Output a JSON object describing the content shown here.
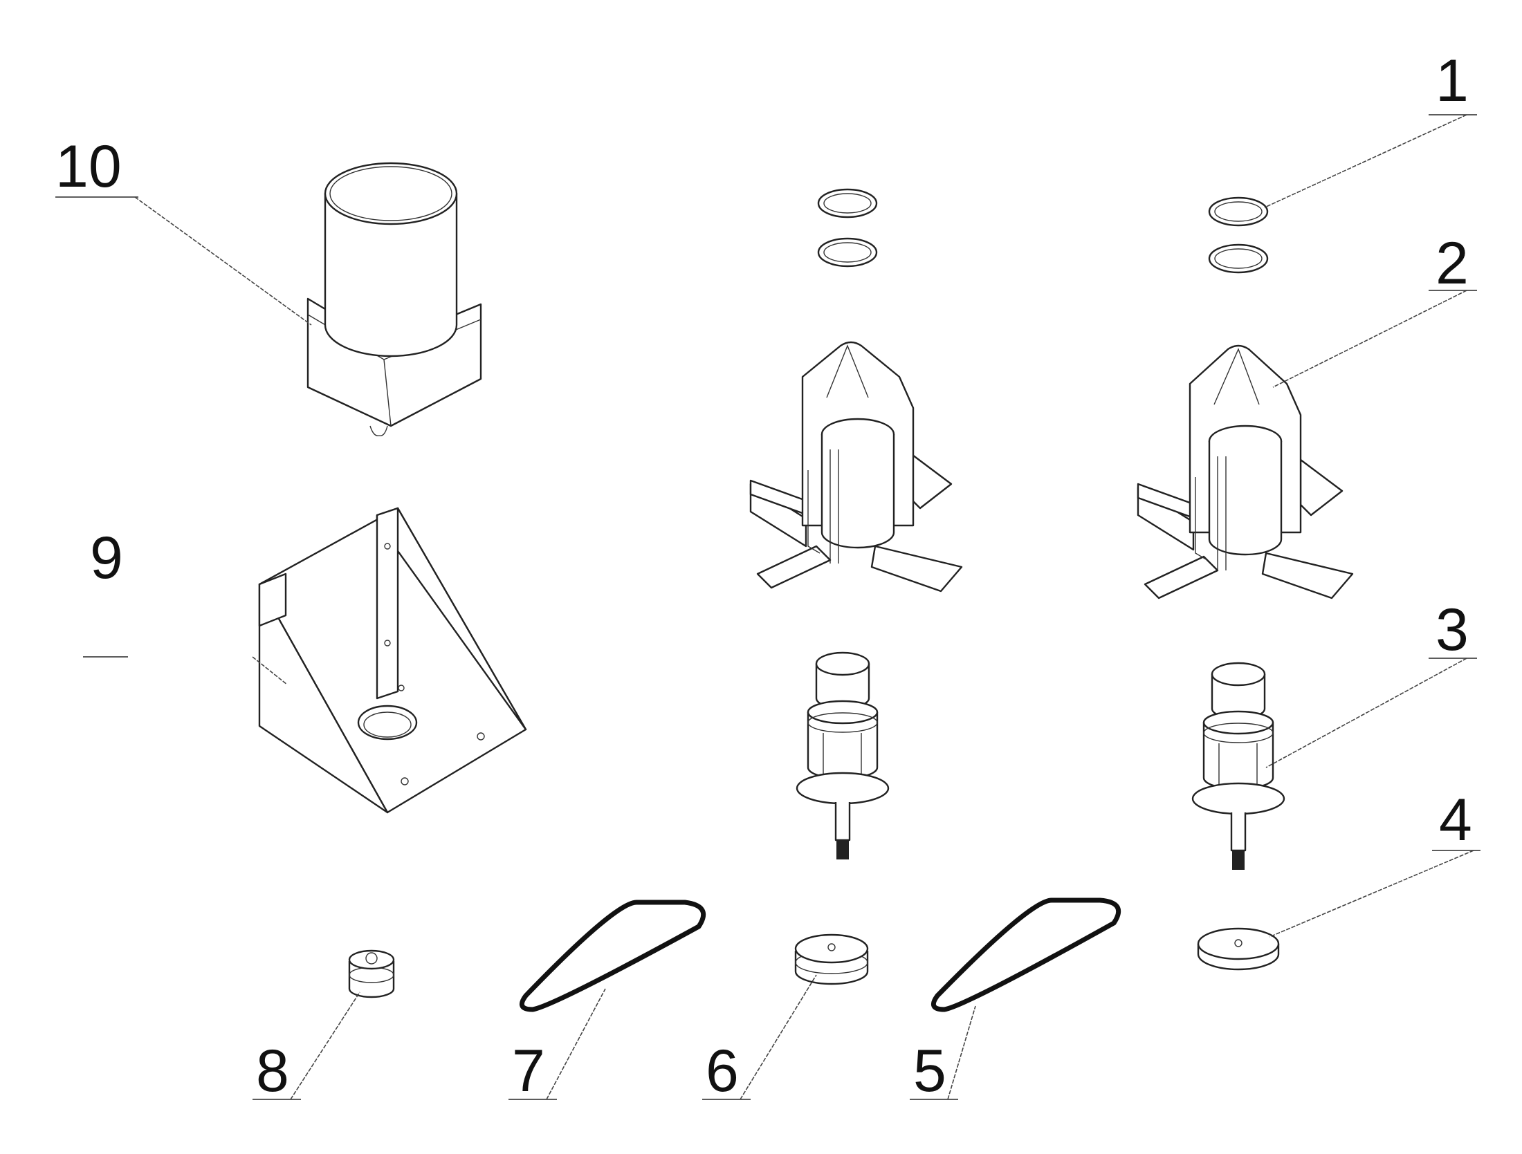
{
  "callouts": [
    {
      "number": "1",
      "part": "o-ring-pair"
    },
    {
      "number": "2",
      "part": "blade-holder"
    },
    {
      "number": "3",
      "part": "spindle-shaft"
    },
    {
      "number": "4",
      "part": "flange-disk"
    },
    {
      "number": "5",
      "part": "drive-belt"
    },
    {
      "number": "6",
      "part": "pulley"
    },
    {
      "number": "7",
      "part": "drive-belt"
    },
    {
      "number": "8",
      "part": "small-pulley"
    },
    {
      "number": "9",
      "part": "motor-bracket"
    },
    {
      "number": "10",
      "part": "motor"
    }
  ]
}
